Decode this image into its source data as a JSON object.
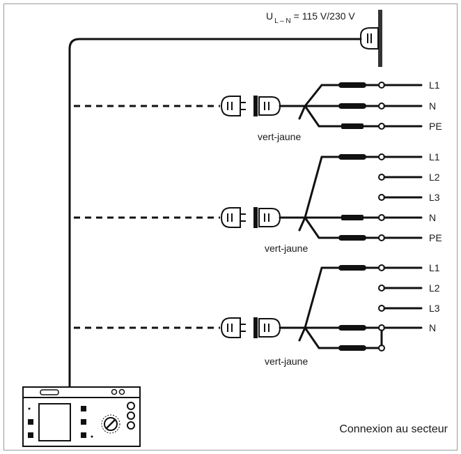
{
  "supply_voltage": {
    "prefix": "U",
    "subscript": "L – N",
    "value": "= 115 V/230 V"
  },
  "caption": "Connexion au secteur",
  "groups": [
    {
      "ground_label": "vert-jaune",
      "terminals": [
        "L1",
        "N",
        "PE"
      ]
    },
    {
      "ground_label": "vert-jaune",
      "terminals": [
        "L1",
        "L2",
        "L3",
        "N",
        "PE"
      ]
    },
    {
      "ground_label": "vert-jaune",
      "terminals": [
        "L1",
        "L2",
        "L3",
        "N"
      ]
    }
  ],
  "icons": {
    "wall_socket": "wall-socket-icon",
    "plug": "plug-icon",
    "socket": "socket-icon",
    "instrument": "test-instrument-icon"
  }
}
